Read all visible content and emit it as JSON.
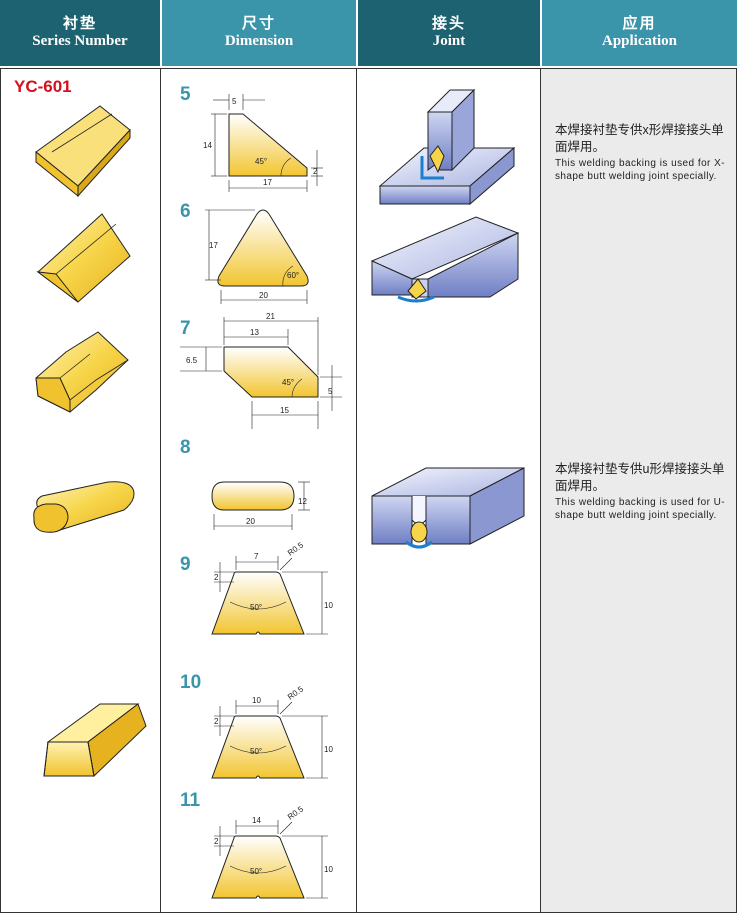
{
  "header": {
    "col1": {
      "cn": "衬垫",
      "en": "Series Number"
    },
    "col2": {
      "cn": "尺寸",
      "en": "Dimension"
    },
    "col3": {
      "cn": "接头",
      "en": "Joint"
    },
    "col4": {
      "cn": "应用",
      "en": "Application"
    }
  },
  "series_number": "YC-601",
  "items": [
    {
      "num": "5",
      "dims": [
        "5",
        "14",
        "45°",
        "2",
        "17"
      ]
    },
    {
      "num": "6",
      "dims": [
        "17",
        "60°",
        "20"
      ]
    },
    {
      "num": "7",
      "dims": [
        "21",
        "13",
        "6.5",
        "45°",
        "5",
        "15"
      ]
    },
    {
      "num": "8",
      "dims": [
        "12",
        "20"
      ]
    },
    {
      "num": "9",
      "dims": [
        "7",
        "R0.5",
        "2",
        "50°",
        "10"
      ]
    },
    {
      "num": "10",
      "dims": [
        "10",
        "R0.5",
        "2",
        "50°",
        "10"
      ]
    },
    {
      "num": "11",
      "dims": [
        "14",
        "R0.5",
        "2",
        "50°",
        "10"
      ]
    }
  ],
  "applications": [
    {
      "cn": "本焊接衬垫专供x形焊接接头单面焊用。",
      "en": "This welding backing is used for X-shape butt welding joint specially."
    },
    {
      "cn": "本焊接衬垫专供u形焊接接头单面焊用。",
      "en": "This welding backing is used for U-shape butt welding joint specially."
    }
  ],
  "colors": {
    "header_dark": "#1c6270",
    "header_light": "#3b95aa",
    "series_red": "#d3111c",
    "backing_yellow": "#f7d54a",
    "steel_blue": "#aab8e0"
  }
}
